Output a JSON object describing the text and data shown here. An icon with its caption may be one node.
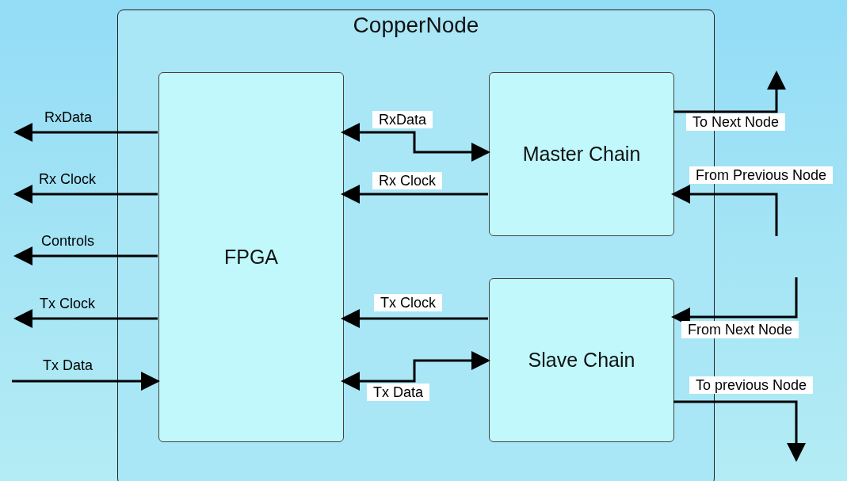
{
  "diagram": {
    "nodes": [
      {
        "text": [
          "CopperNode"
        ]
      },
      {
        "text": [
          "FPGA"
        ],
        "in": 0
      },
      {
        "text": [
          "Master Chain"
        ],
        "in": 0
      },
      {
        "text": [
          "Slave Chain"
        ],
        "in": 0
      }
    ],
    "edges": [
      {
        "from": 1,
        "to": null,
        "arrow": "to",
        "label": "RxData"
      },
      {
        "from": 1,
        "to": null,
        "arrow": "to",
        "label": "Rx Clock"
      },
      {
        "from": 1,
        "to": null,
        "arrow": "to",
        "label": "Controls"
      },
      {
        "from": 1,
        "to": null,
        "arrow": "to",
        "label": "Tx Clock"
      },
      {
        "from": null,
        "to": 1,
        "arrow": "to",
        "label": "Tx Data"
      },
      {
        "from": 1,
        "to": 2,
        "arrow": "both",
        "label": "RxData"
      },
      {
        "from": 2,
        "to": 1,
        "arrow": "to",
        "label": "Rx Clock"
      },
      {
        "from": 2,
        "to": null,
        "arrow": "to",
        "label": "To Next Node"
      },
      {
        "from": null,
        "to": 2,
        "arrow": "to",
        "label": "From Previous Node"
      },
      {
        "from": 3,
        "to": 1,
        "arrow": "to",
        "label": "Tx Clock"
      },
      {
        "from": 1,
        "to": 3,
        "arrow": "both",
        "label": "Tx Data"
      },
      {
        "from": null,
        "to": 3,
        "arrow": "to",
        "label": "From Next Node"
      },
      {
        "from": 3,
        "to": null,
        "arrow": "to",
        "label": "To previous Node"
      }
    ]
  }
}
